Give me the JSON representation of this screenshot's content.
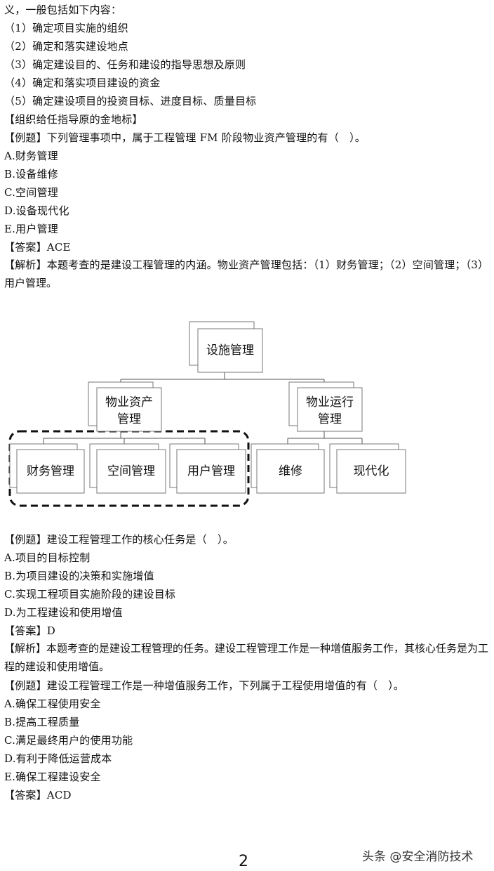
{
  "section1": {
    "lines": [
      "义，一般包括如下内容：",
      "（1）确定项目实施的组织",
      "（2）确定和落实建设地点",
      "（3）确定建设目的、任务和建设的指导思想及原则",
      "（4）确定和落实项目建设的资金",
      "（5）确定建设项目的投资目标、进度目标、质量目标",
      "【组织给任指导原的金地标】"
    ]
  },
  "q1": {
    "stem": "【例题】下列管理事项中，属于工程管理 FM 阶段物业资产管理的有（　）。",
    "options": [
      "A.财务管理",
      "B.设备维修",
      "C.空间管理",
      "D.设备现代化",
      "E.用户管理"
    ],
    "answer": "【答案】ACE",
    "analysis": "【解析】本题考查的是建设工程管理的内涵。物业资产管理包括：（1）财务管理；（2）空间管理；（3）用户管理。"
  },
  "diagram": {
    "root": "设施管理",
    "asset_line1": "物业资产",
    "asset_line2": "管理",
    "ops_line1": "物业运行",
    "ops_line2": "管理",
    "finance": "财务管理",
    "space": "空间管理",
    "user": "用户管理",
    "repair": "维修",
    "modern": "现代化"
  },
  "q2": {
    "stem": "【例题】建设工程管理工作的核心任务是（　）。",
    "options": [
      "A.项目的目标控制",
      "B.为项目建设的决策和实施增值",
      "C.实现工程项目实施阶段的建设目标",
      "D.为工程建设和使用增值"
    ],
    "answer": "【答案】D",
    "analysis": "【解析】本题考查的是建设工程管理的任务。建设工程管理工作是一种增值服务工作，其核心任务是为工程的建设和使用增值。"
  },
  "q3": {
    "stem": "【例题】建设工程管理工作是一种增值服务工作，下列属于工程使用增值的有（　）。",
    "options": [
      "A.确保工程使用安全",
      "B.提高工程质量",
      "C.满足最终用户的使用功能",
      "D.有利于降低运营成本",
      "E.确保工程建设安全"
    ],
    "answer": "【答案】ACD"
  },
  "footer": {
    "page": "2",
    "watermark": "头条 @安全消防技术"
  }
}
